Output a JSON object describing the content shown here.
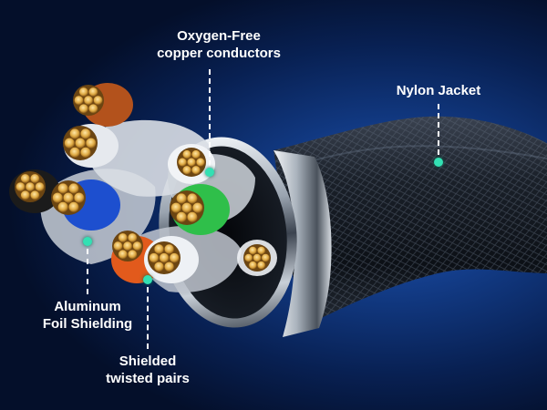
{
  "colors": {
    "background": "#0b2a66",
    "accent_dot": "#33e0b3",
    "copper": "#d9a441",
    "jacket": "#141a22"
  },
  "labels": {
    "copper": {
      "line1": "Oxygen-Free",
      "line2": "copper conductors"
    },
    "jacket": {
      "line1": "Nylon Jacket"
    },
    "foil": {
      "line1": "Aluminum",
      "line2": "Foil Shielding"
    },
    "pairs": {
      "line1": "Shielded",
      "line2": "twisted pairs"
    }
  },
  "icons": {
    "callout_marker": "leader-dot-icon"
  }
}
